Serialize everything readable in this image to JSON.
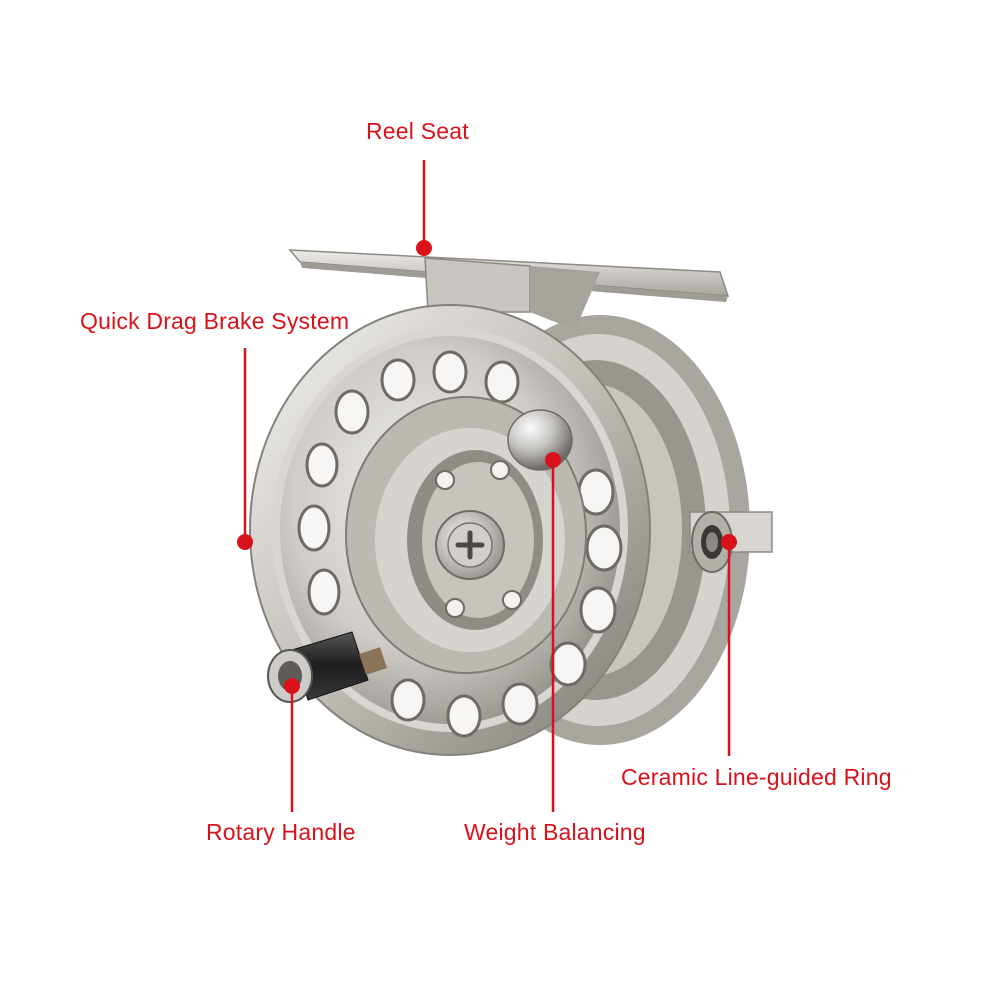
{
  "callouts": {
    "reel_seat": "Reel Seat",
    "quick_drag": "Quick Drag Brake System",
    "ceramic_ring": "Ceramic Line-guided Ring",
    "rotary_handle": "Rotary Handle",
    "weight_balancing": "Weight Balancing"
  },
  "colors": {
    "callout": "#d9111a",
    "metal_light": "#e3e1de",
    "metal_mid": "#bdb9b3",
    "metal_dark": "#8d8983",
    "background": "#ffffff"
  }
}
